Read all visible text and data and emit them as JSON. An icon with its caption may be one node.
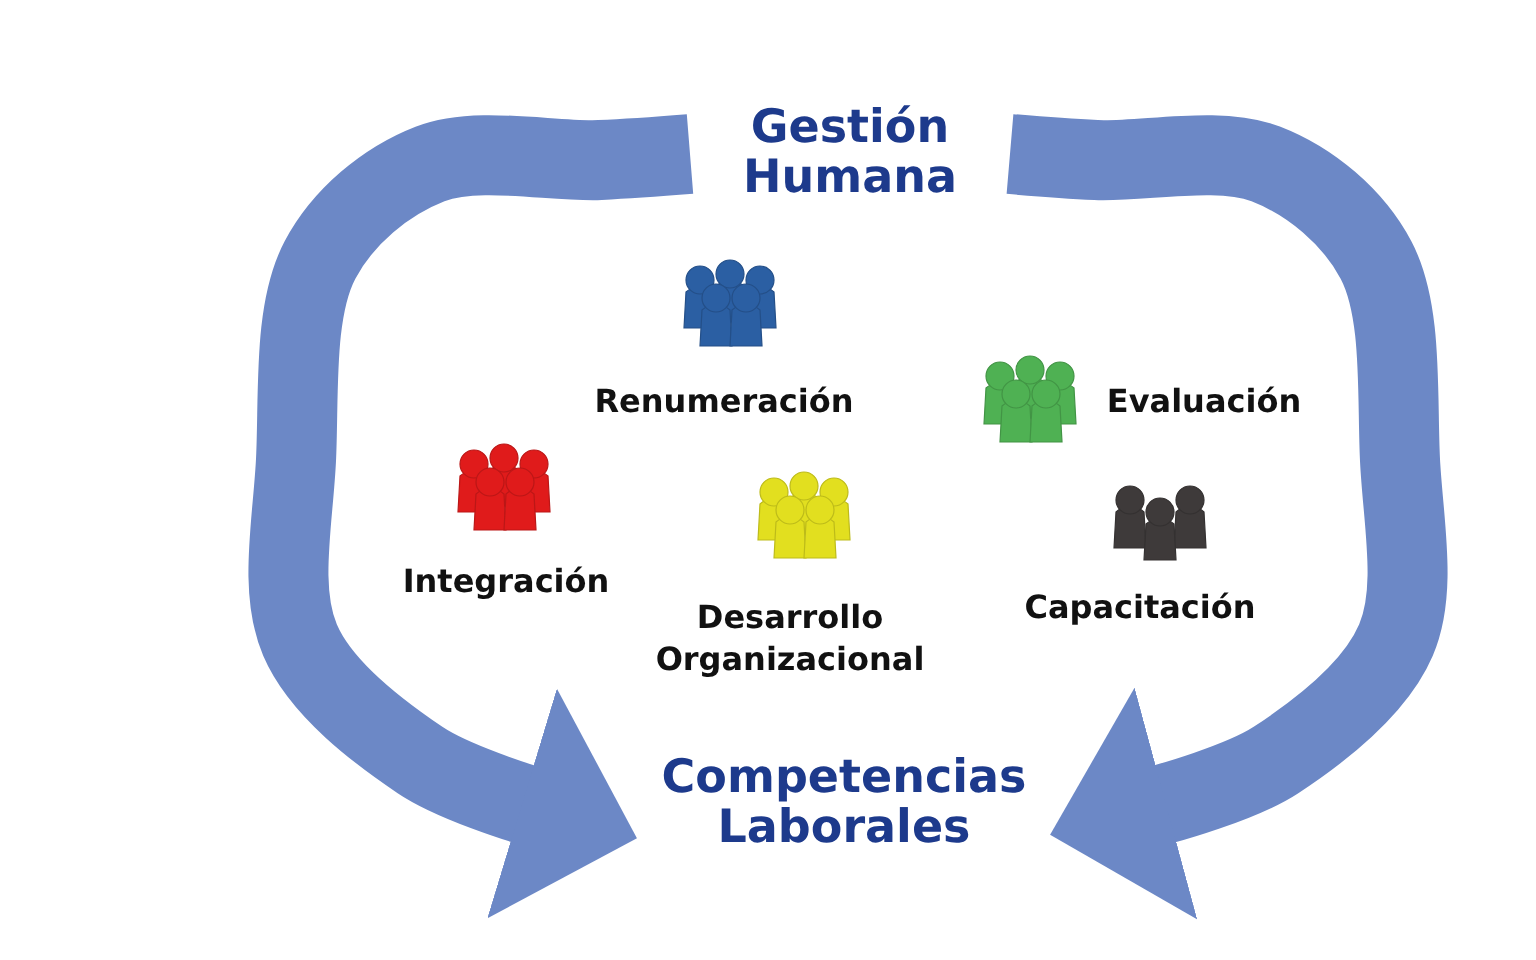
{
  "diagram": {
    "nodes": [
      {
        "text": [
          "Gestión Humana"
        ]
      },
      {
        "text": [
          "Competencias Laborales"
        ]
      }
    ],
    "edges": [
      {
        "from": 0,
        "to": 1,
        "arrow": "to"
      },
      {
        "from": 0,
        "to": 1,
        "arrow": "to"
      }
    ],
    "labels": [
      "Renumeración",
      "Evaluación",
      "Integración",
      "Desarrollo Organizacional",
      "Capacitación"
    ]
  }
}
